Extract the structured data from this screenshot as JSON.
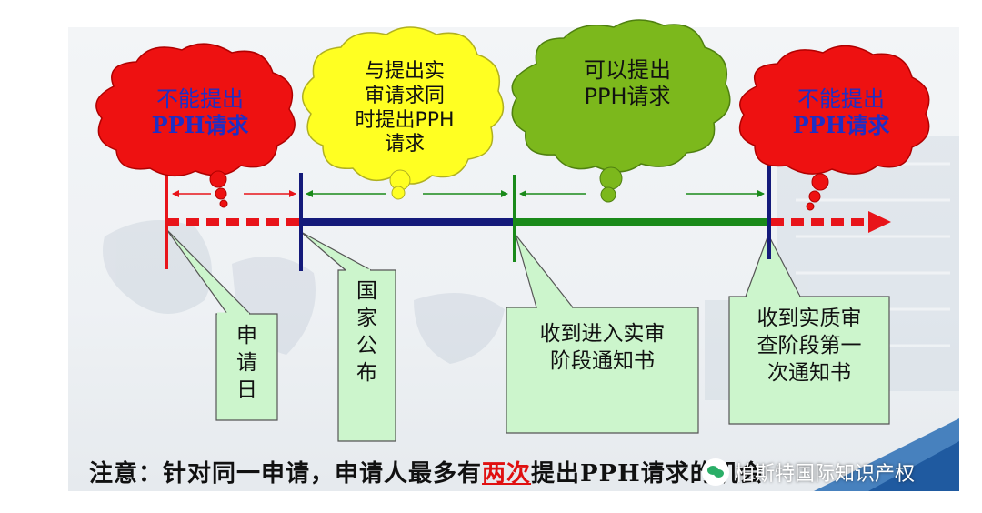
{
  "clouds": [
    {
      "id": "cloud-before",
      "lines": [
        "不能提出",
        "PPH请求"
      ],
      "fill": "#ee1111",
      "text_color": "#1f2fc4"
    },
    {
      "id": "cloud-exam-request",
      "lines": [
        "与提出实",
        "审请求同",
        "时提出PPH",
        "请求"
      ],
      "fill": "#ffff22",
      "text_color": "#111111"
    },
    {
      "id": "cloud-can-file",
      "lines": [
        "可以提出",
        "PPH请求"
      ],
      "fill": "#7cb81c",
      "text_color": "#111111"
    },
    {
      "id": "cloud-after",
      "lines": [
        "不能提出",
        "PPH请求"
      ],
      "fill": "#ee1111",
      "text_color": "#1f2fc4"
    }
  ],
  "callouts": [
    {
      "id": "filing-date",
      "lines": [
        "申",
        "请",
        "日"
      ]
    },
    {
      "id": "publication",
      "lines": [
        "国",
        "家",
        "公",
        "布"
      ]
    },
    {
      "id": "exam-notice",
      "lines": [
        "收到进入实审",
        "阶段通知书"
      ]
    },
    {
      "id": "first-oa",
      "lines": [
        "收到实质审",
        "查阶段第一",
        "次通知书"
      ]
    }
  ],
  "note": {
    "before": "注意：针对同一申请，申请人最多有",
    "highlight": "两次",
    "after": "提出PPH请求的机会"
  },
  "watermark": "柏斯特国际知识产权",
  "colors": {
    "red": "#e8141a",
    "navy": "#141a7a",
    "green": "#1a8a1a",
    "callout_fill": "#ccf5cc"
  }
}
